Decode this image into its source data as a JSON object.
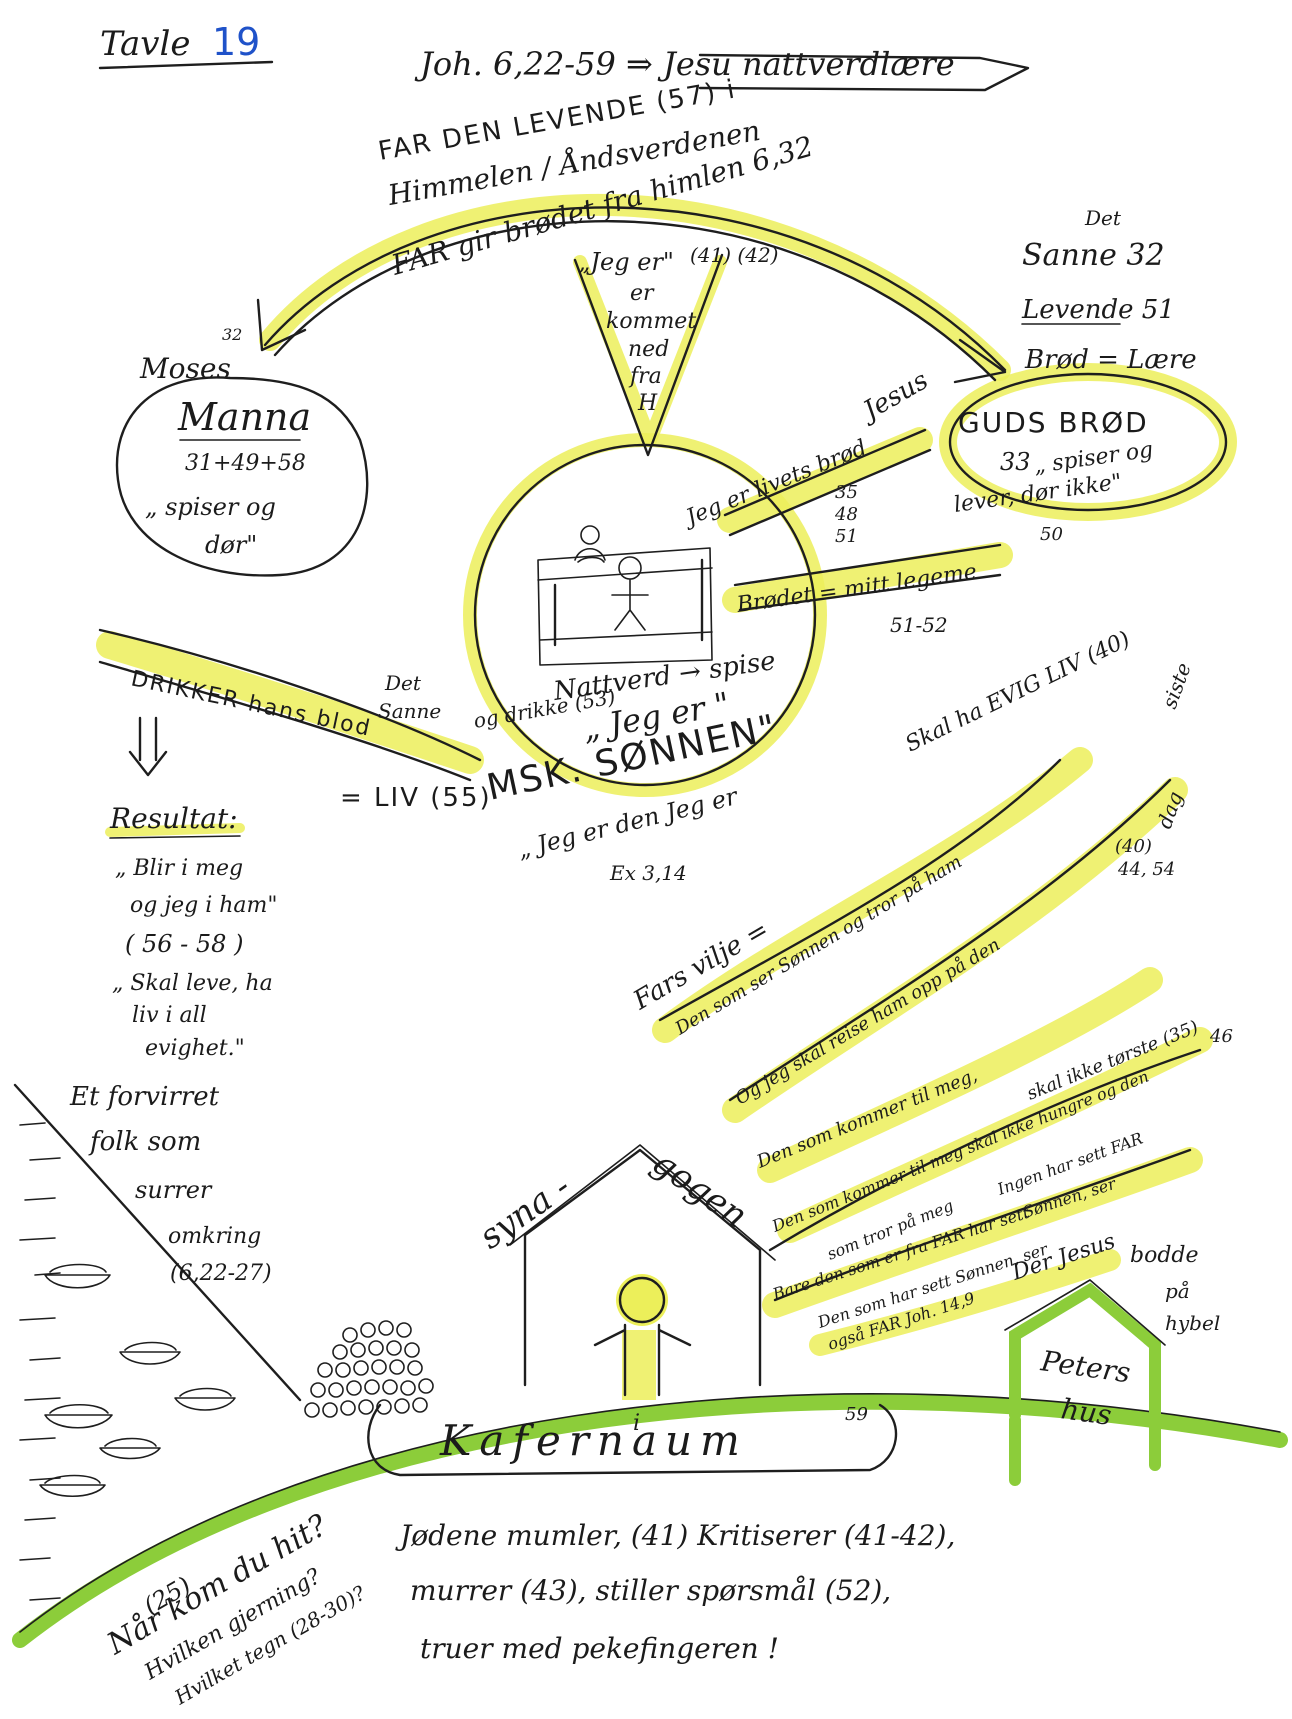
{
  "board": {
    "label": "Tavle",
    "number": "19"
  },
  "header": {
    "reference": "Joh. 6,22-59 ⇒ Jesu nattverdlære"
  },
  "heaven": {
    "line1": "FAR DEN LEVENDE (57) i",
    "line2": "Himmelen / Åndsverdenen",
    "line3": "FAR gir brødet fra himlen 6,32"
  },
  "descent": {
    "quote": "„Jeg er\"",
    "verses": "(41) (42)",
    "words": [
      "er",
      "kommet",
      "ned",
      "fra",
      "H"
    ]
  },
  "manna": {
    "moses": "Moses",
    "moses_verse": "32",
    "title": "Manna",
    "verses": "31+49+58",
    "quote1": "„ spiser og",
    "quote2": "dør\""
  },
  "guds_brod": {
    "det": "Det",
    "sanne": "Sanne 32",
    "levende": "Levende 51",
    "brod_laere": "Brød = Lære",
    "jesus": "Jesus",
    "title": "GUDS BRØD",
    "verse": "33",
    "quote1": "„ spiser og",
    "quote2": "lever, dør ikke\"",
    "verse2": "50"
  },
  "center": {
    "livets_brod": "Jeg er livets brød",
    "lv1": "35",
    "lv2": "48",
    "lv3": "51",
    "legeme": "Brødet = mitt legeme",
    "legeme_verses": "51-52",
    "nattverd": "Nattverd → spise",
    "drikke": "og drikke (53)",
    "jeg_er": "„ Jeg er \"",
    "msk": "MSK. SØNNEN\"",
    "jeger_deg": "„ Jeg er den Jeg er",
    "ex": "Ex 3,14"
  },
  "drink": {
    "line": "DRIKKER hans blod",
    "det": "Det",
    "sanne": "Sanne",
    "liv": "= LIV (55)"
  },
  "result": {
    "title": "Resultat:",
    "l1": "„ Blir i meg",
    "l2": "og jeg i ham\"",
    "l3": "( 56 - 58 )",
    "l4": "„ Skal leve, ha",
    "l5": "liv i all",
    "l6": "evighet.\""
  },
  "will": {
    "evig": "Skal ha EVIG LIV (40)",
    "siste": "siste",
    "dag": "dag",
    "dag_verses1": "(40)",
    "dag_verses2": "44, 54",
    "fars_vilje": "Fars vilje =",
    "s1": "Den som ser Sønnen og tror på ham",
    "s2": "Og jeg skal reise ham opp på den",
    "s3": "Den som kommer til meg,",
    "s3b": "skal ikke tørste (35)",
    "s4": "Den som kommer til meg skal ikke hungre og den",
    "s5": "som tror på meg",
    "verse46": "46",
    "s6": "Ingen har sett FAR",
    "s7": "Bare den som er fra FAR har sett",
    "s8": "Sønnen, ser",
    "s9": "Den som har sett Sønnen, ser",
    "s10": "også FAR Joh. 14,9"
  },
  "people": {
    "l1": "Et forvirret",
    "l2": "folk som",
    "l3": "surrer",
    "l4": "omkring",
    "l5": "(6,22-27)"
  },
  "synagogue": {
    "left": "syna -",
    "right": "gogen",
    "under": "i"
  },
  "peter": {
    "title1": "Peters",
    "title2": "hus",
    "note1": "Der Jesus",
    "note2": "bodde",
    "note3": "på",
    "note4": "hybel"
  },
  "town": {
    "name": "Kafernaum",
    "verse": "59"
  },
  "questions": {
    "q1": "Når kom du hit?",
    "q2": "(25)",
    "q3": "Hvilken gjerning?",
    "q4": "Hvilket tegn (28-30)?"
  },
  "jews": {
    "l1": "Jødene mumler, (41) Kritiserer (41-42),",
    "l2": "murrer (43), stiller spørsmål (52),",
    "l3": "truer med pekefingeren !"
  },
  "colors": {
    "highlight": "#ecef5a",
    "ground": "#8ccd3a",
    "ink": "#1e1e1e",
    "number_blue": "#1f52c9"
  }
}
